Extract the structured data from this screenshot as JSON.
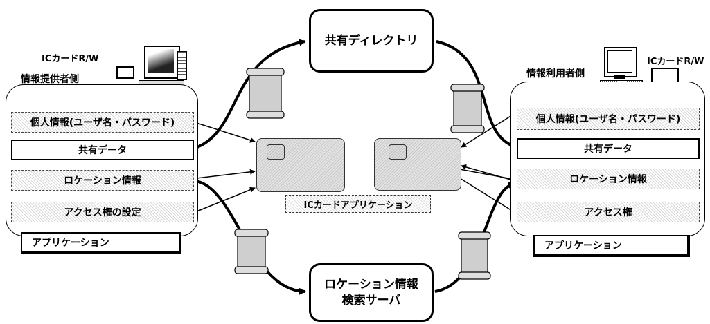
{
  "top_node": {
    "label": "共有ディレクトリ"
  },
  "bottom_node": {
    "line1": "ロケーション情報",
    "line2": "検索サーバ"
  },
  "left_panel": {
    "title": "情報提供者側",
    "reader_label": "ICカードR/W",
    "rows": [
      "個人情報(ユーザ名・パスワード)",
      "共有データ",
      "ロケーション情報",
      "アクセス権の設定"
    ],
    "app_label": "アプリケーション"
  },
  "right_panel": {
    "title": "情報利用者側",
    "reader_label": "ICカードR/W",
    "rows": [
      "個人情報(ユーザ名・パスワード)",
      "共有データ",
      "ロケーション情報",
      "アクセス権"
    ],
    "app_label": "アプリケーション"
  },
  "ic_app_label": "ICカードアプリケーション"
}
